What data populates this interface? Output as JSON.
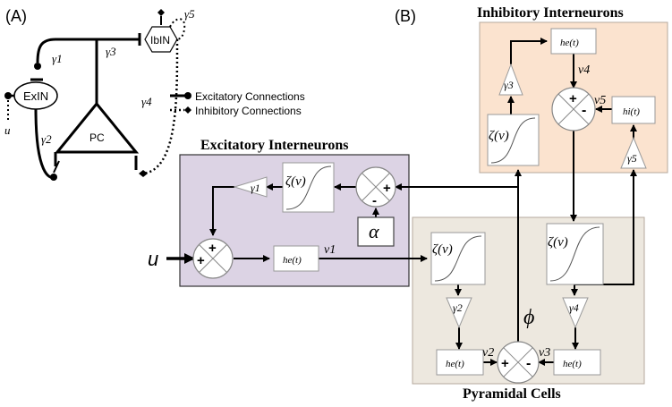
{
  "panel_a": {
    "label": "(A)",
    "input": "u",
    "nodes": {
      "exin": "ExIN",
      "ibin": "IbIN",
      "pc": "PC"
    },
    "gains": {
      "g1": "γ1",
      "g2": "γ2",
      "g3": "γ3",
      "g4": "γ4",
      "g5": "γ5"
    },
    "legend": {
      "excitatory": "Excitatory Connections",
      "inhibitory": "Inhibitory Connections"
    }
  },
  "panel_b": {
    "label": "(B)",
    "groups": {
      "inhibitory": "Inhibitory Interneurons",
      "excitatory": "Excitatory Interneurons",
      "pyramidal": "Pyramidal Cells"
    },
    "input": "u",
    "alpha": "α",
    "phi": "ϕ",
    "sigmoid": "ζ(ν)",
    "he": "he(t)",
    "hi": "hi(t)",
    "signals": {
      "v1": "v1",
      "v2": "v2",
      "v3": "v3",
      "v4": "v4",
      "v5": "v5"
    },
    "gains": {
      "g1": "γ1",
      "g2": "γ2",
      "g3": "γ3",
      "g4": "γ4",
      "g5": "γ5"
    },
    "signs": {
      "plus": "+",
      "minus": "-"
    }
  },
  "colors": {
    "inhibitory_bg": "#fbe3cf",
    "excitatory_bg": "#dcd3e4",
    "pyramidal_bg": "#ede8df",
    "line": "#000000"
  }
}
